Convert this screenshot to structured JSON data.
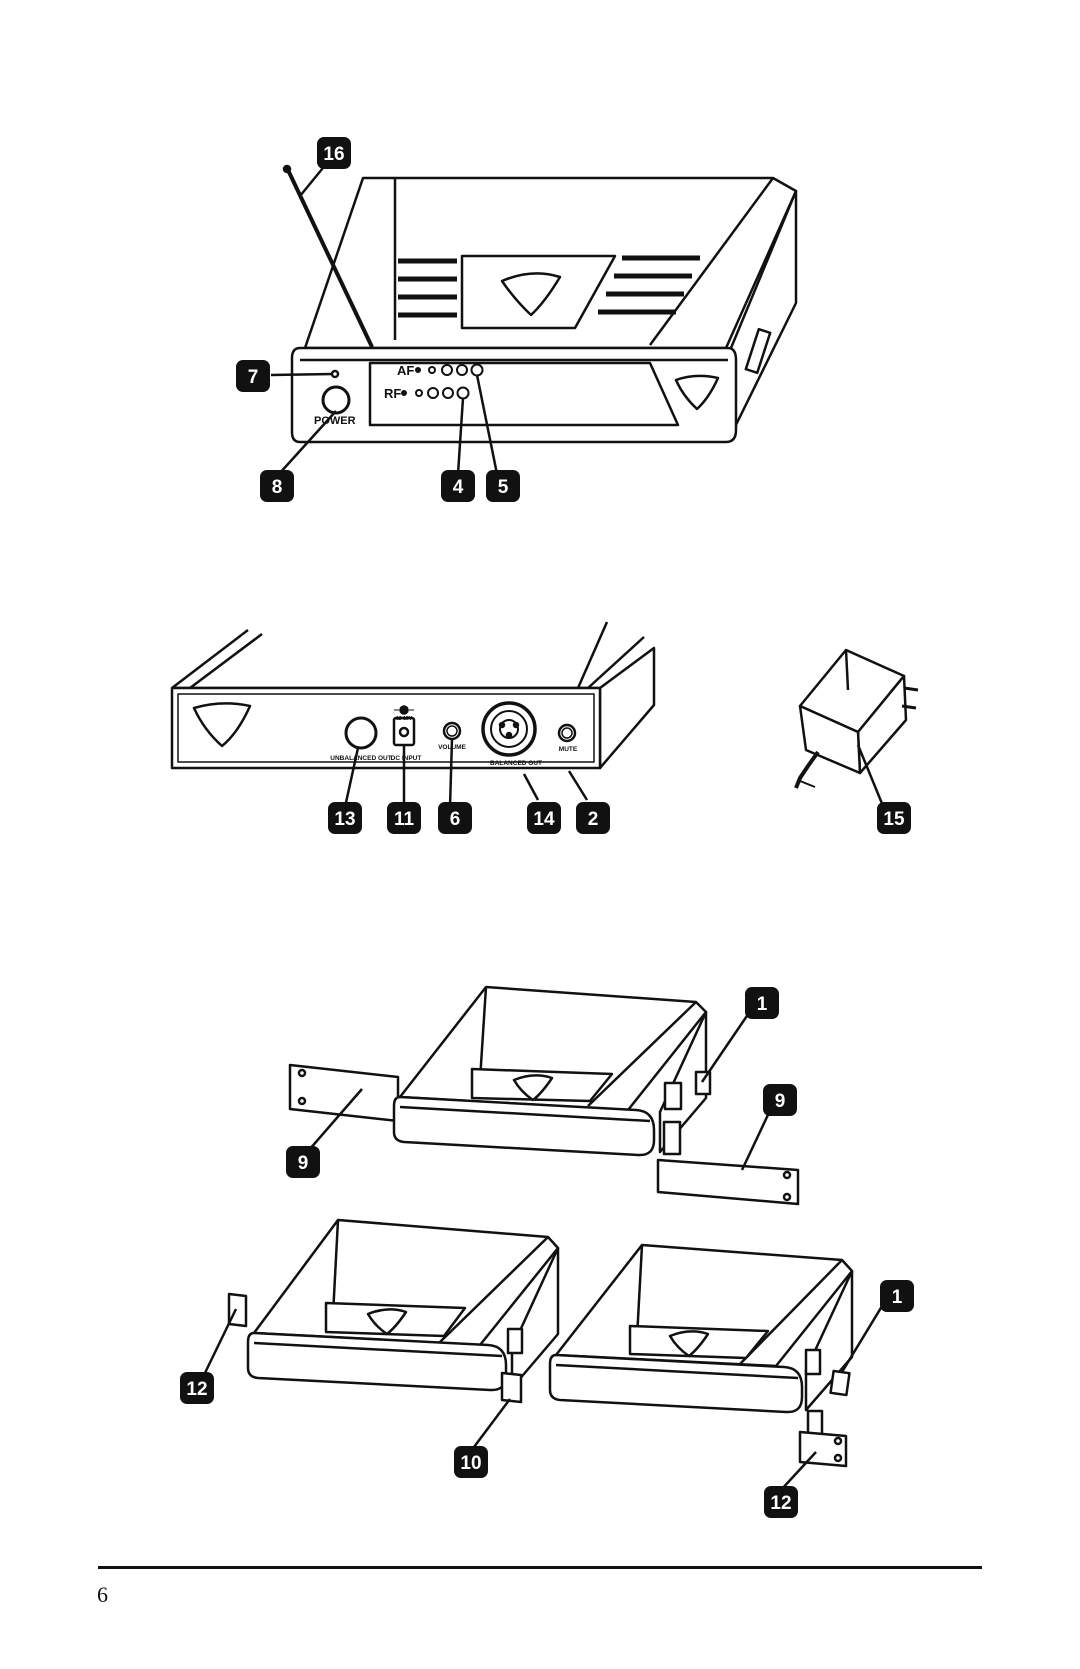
{
  "colors": {
    "ink": "#111111",
    "paper": "#ffffff",
    "badge_text": "#ffffff"
  },
  "front_panel": {
    "power_label": "POWER",
    "af_label": "AF",
    "rf_label": "RF"
  },
  "rear_panel": {
    "dc_rating": "12-15V",
    "unbalanced_out_label": "UNBALANCED OUT",
    "dc_input_label": "DC INPUT",
    "volume_label": "VOLUME",
    "balanced_out_label": "BALANCED OUT",
    "mute_label": "MUTE"
  },
  "callouts": {
    "antenna": "16",
    "power_led": "7",
    "power_switch": "8",
    "rf_indicator": "4",
    "af_indicator": "5",
    "unbalanced_out": "13",
    "dc_input": "11",
    "volume": "6",
    "balanced_out": "14",
    "mute": "2",
    "power_adapter": "15",
    "rack_link_upper": "1",
    "rack_ear_right": "9",
    "rack_ear_left": "9",
    "rack_link_lower": "1",
    "short_ear_left": "12",
    "link_plate": "10",
    "short_ear_right": "12"
  },
  "footer": {
    "page_number": "6"
  }
}
